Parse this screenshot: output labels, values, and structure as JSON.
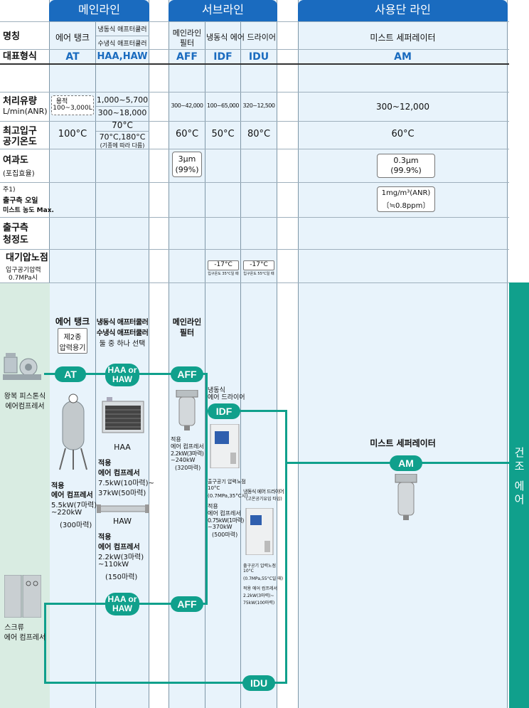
{
  "headers": {
    "main": "메인라인",
    "sub": "서브라인",
    "end": "사용단 라인"
  },
  "rows": {
    "name": "명칭",
    "model": "대표형식",
    "flow": "처리유량",
    "flow_unit": "L/min(ANR)",
    "temp1": "최고입구",
    "temp2": "공기온도",
    "filt1": "여과도",
    "filt2": "(포집효율)",
    "oil_note": "주1)",
    "oil1": "출구측 오일",
    "oil2": "미스트 농도 Max.",
    "clean1": "출구측",
    "clean2": "청정도",
    "dew": "대기압노점",
    "dew_sub1": "입구공기압력",
    "dew_sub2": "0.7MPa시"
  },
  "names": {
    "at": "에어 탱크",
    "haa1": "냉동식 애프터쿨러",
    "haa2": "수냉식 애프터쿨러",
    "aff1": "메인라인",
    "aff2": "필터",
    "idf_idu": "냉동식 에어 드라이어",
    "am": "미스트 세퍼레이터"
  },
  "models": {
    "at": "AT",
    "haa": "HAA,HAW",
    "aff": "AFF",
    "idf": "IDF",
    "idu": "IDU",
    "am": "AM"
  },
  "flow": {
    "at1": "용적",
    "at2": "100~3,000L",
    "haa1": "1,000~5,700",
    "haa2": "300~18,000",
    "aff": "300~42,000",
    "idf": "100~65,000",
    "idu": "320~12,500",
    "am": "300~12,000"
  },
  "temp": {
    "at": "100°C",
    "haa1": "70°C",
    "haa2": "70°C,180°C",
    "haa3": "(기종에 따라 다름)",
    "aff": "60°C",
    "idf": "50°C",
    "idu": "80°C",
    "am": "60°C"
  },
  "filt": {
    "aff1": "3μm",
    "aff2": "(99%)",
    "am1": "0.3μm",
    "am2": "(99.9%)"
  },
  "oil": {
    "am1": "1mg/m³(ANR)",
    "am2": "〔≒0.8ppm〕"
  },
  "dew": {
    "idf": "-17°C",
    "idf_sub": "입구온도 35°C일 때",
    "idu": "-17°C",
    "idu_sub": "입구온도 55°C일 때"
  },
  "diagram": {
    "at_title": "에어 탱크",
    "at_box1": "제2종",
    "at_box2": "압력용기",
    "haa_t1": "냉동식 애프터쿨러",
    "haa_t2": "수냉식 애프터쿨러",
    "haa_t3": "둘 중 하나 선택",
    "aff_t1": "메인라인",
    "aff_t2": "필터",
    "piston1": "왕복 피스톤식",
    "piston2": "에어컴프레서",
    "screw1": "스크류",
    "screw2": "에어 컴프레서",
    "pill_at": "AT",
    "pill_haa1": "HAA or",
    "pill_haa2": "HAW",
    "pill_aff": "AFF",
    "pill_idf": "IDF",
    "pill_am": "AM",
    "pill_idu": "IDU",
    "idf_title1": "냉동식",
    "idf_title2": "에어 드라이어",
    "at_app1": "적용",
    "at_app2": "에어 컴프레서",
    "at_app3": "5.5kW(7마력)",
    "at_app4": "~220kW",
    "at_app5": "(300마력)",
    "haa_label": "HAA",
    "haa_app1": "적용",
    "haa_app2": "에어 컴프레서",
    "haa_app3": "7.5kW(10마력)~",
    "haa_app4": "37kW(50마력)",
    "haw_label": "HAW",
    "haw_app1": "적용",
    "haw_app2": "에어 컴프레서",
    "haw_app3": "2.2kW(3마력)",
    "haw_app4": "~110kW",
    "haw_app5": "(150마력)",
    "aff_app1": "적용",
    "aff_app2": "에어 컴프레서",
    "aff_app3": "2.2kW(3마력)",
    "aff_app4": "~240kW",
    "aff_app5": "(320마력)",
    "idf_app1": "출구공기 압력노점",
    "idf_app2": "10°C",
    "idf_app3": "(0.7MPa,35°C시)",
    "idf_app4": "적용",
    "idf_app5": "에어 컴프레서",
    "idf_app6": "0.75kW(1마력)",
    "idf_app7": "~370kW",
    "idf_app8": "(500마력)",
    "idu_t1": "냉동식 에어 드라이어",
    "idu_t2": "(고온공기유입 타입)",
    "idu_app1": "출구공기 압력노점",
    "idu_app2": "10°C",
    "idu_app3": "(0.7MPa,55°C일 때)",
    "idu_app4": "적용 에어 컴프레서",
    "idu_app5": "2.2kW(3마력)~",
    "idu_app6": "75kW(100마력)",
    "am_title": "미스트 세퍼레이터",
    "dry_air": "건조 에어"
  },
  "colors": {
    "header": "#1a6bbf",
    "line": "#10a08c",
    "column": "#e8f3fb"
  }
}
